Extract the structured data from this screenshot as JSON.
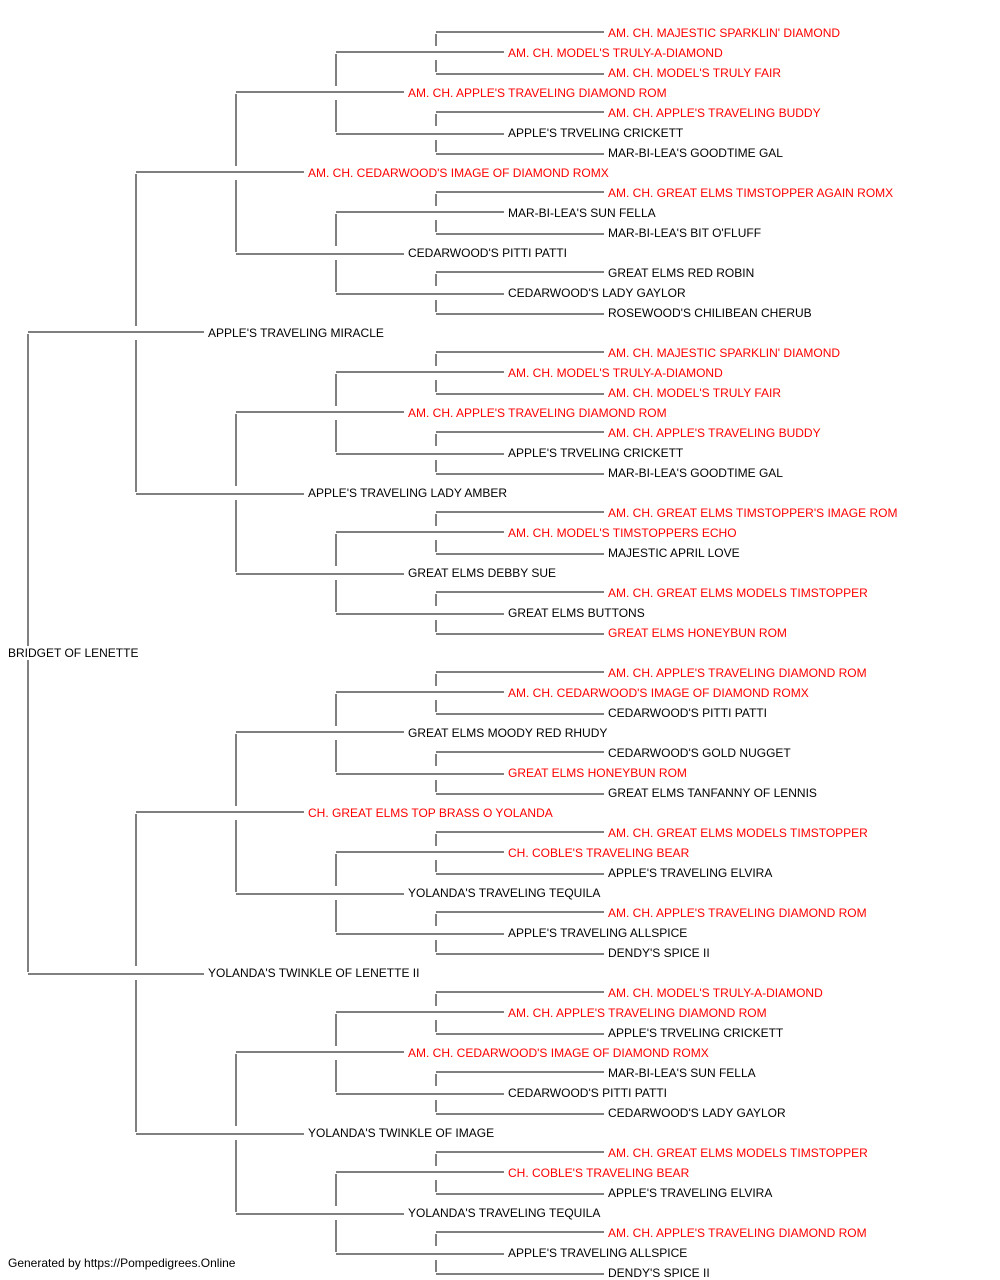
{
  "colors": {
    "champion": "#ff0000",
    "normal": "#000000",
    "line": "#000000"
  },
  "pedigree": [
    {
      "name": "BRIDGET OF LENETTE",
      "champion": false
    },
    {
      "name": "APPLE'S TRAVELING MIRACLE",
      "champion": false
    },
    {
      "name": "YOLANDA'S TWINKLE OF LENETTE II",
      "champion": false
    },
    {
      "name": "AM. CH. CEDARWOOD'S IMAGE OF DIAMOND ROMX",
      "champion": true
    },
    {
      "name": "APPLE'S TRAVELING LADY AMBER",
      "champion": false
    },
    {
      "name": "CH. GREAT ELMS TOP BRASS O YOLANDA",
      "champion": true
    },
    {
      "name": "YOLANDA'S TWINKLE OF IMAGE",
      "champion": false
    },
    {
      "name": "AM. CH. APPLE'S TRAVELING DIAMOND ROM",
      "champion": true
    },
    {
      "name": "CEDARWOOD'S PITTI PATTI",
      "champion": false
    },
    {
      "name": "AM. CH. APPLE'S TRAVELING DIAMOND ROM",
      "champion": true
    },
    {
      "name": "GREAT ELMS DEBBY SUE",
      "champion": false
    },
    {
      "name": "GREAT ELMS MOODY RED RHUDY",
      "champion": false
    },
    {
      "name": "YOLANDA'S TRAVELING TEQUILA",
      "champion": false
    },
    {
      "name": "AM. CH. CEDARWOOD'S IMAGE OF DIAMOND ROMX",
      "champion": true
    },
    {
      "name": "YOLANDA'S TRAVELING TEQUILA",
      "champion": false
    },
    {
      "name": "AM. CH. MODEL'S TRULY-A-DIAMOND",
      "champion": true
    },
    {
      "name": "APPLE'S TRVELING CRICKETT",
      "champion": false
    },
    {
      "name": "MAR-BI-LEA'S SUN FELLA",
      "champion": false
    },
    {
      "name": "CEDARWOOD'S LADY GAYLOR",
      "champion": false
    },
    {
      "name": "AM. CH. MODEL'S TRULY-A-DIAMOND",
      "champion": true
    },
    {
      "name": "APPLE'S TRVELING CRICKETT",
      "champion": false
    },
    {
      "name": "AM. CH. MODEL'S TIMSTOPPERS ECHO",
      "champion": true
    },
    {
      "name": "GREAT ELMS BUTTONS",
      "champion": false
    },
    {
      "name": "AM. CH. CEDARWOOD'S IMAGE OF DIAMOND ROMX",
      "champion": true
    },
    {
      "name": "GREAT ELMS HONEYBUN ROM",
      "champion": true
    },
    {
      "name": "CH. COBLE'S TRAVELING BEAR",
      "champion": true
    },
    {
      "name": "APPLE'S TRAVELING ALLSPICE",
      "champion": false
    },
    {
      "name": "AM. CH. APPLE'S TRAVELING DIAMOND ROM",
      "champion": true
    },
    {
      "name": "CEDARWOOD'S PITTI PATTI",
      "champion": false
    },
    {
      "name": "CH. COBLE'S TRAVELING BEAR",
      "champion": true
    },
    {
      "name": "APPLE'S TRAVELING ALLSPICE",
      "champion": false
    },
    {
      "name": "AM. CH. MAJESTIC SPARKLIN' DIAMOND",
      "champion": true
    },
    {
      "name": "AM. CH. MODEL'S TRULY FAIR",
      "champion": true
    },
    {
      "name": "AM. CH. APPLE'S TRAVELING BUDDY",
      "champion": true
    },
    {
      "name": "MAR-BI-LEA'S GOODTIME GAL",
      "champion": false
    },
    {
      "name": "AM. CH. GREAT ELMS TIMSTOPPER AGAIN ROMX",
      "champion": true
    },
    {
      "name": "MAR-BI-LEA'S BIT O'FLUFF",
      "champion": false
    },
    {
      "name": "GREAT ELMS RED ROBIN",
      "champion": false
    },
    {
      "name": "ROSEWOOD'S CHILIBEAN CHERUB",
      "champion": false
    },
    {
      "name": "AM. CH. MAJESTIC SPARKLIN' DIAMOND",
      "champion": true
    },
    {
      "name": "AM. CH. MODEL'S TRULY FAIR",
      "champion": true
    },
    {
      "name": "AM. CH. APPLE'S TRAVELING BUDDY",
      "champion": true
    },
    {
      "name": "MAR-BI-LEA'S GOODTIME GAL",
      "champion": false
    },
    {
      "name": "AM. CH. GREAT ELMS TIMSTOPPER'S IMAGE ROM",
      "champion": true
    },
    {
      "name": "MAJESTIC APRIL LOVE",
      "champion": false
    },
    {
      "name": "AM. CH. GREAT ELMS MODELS TIMSTOPPER",
      "champion": true
    },
    {
      "name": "GREAT ELMS HONEYBUN ROM",
      "champion": true
    },
    {
      "name": "AM. CH. APPLE'S TRAVELING DIAMOND ROM",
      "champion": true
    },
    {
      "name": "CEDARWOOD'S PITTI PATTI",
      "champion": false
    },
    {
      "name": "CEDARWOOD'S GOLD NUGGET",
      "champion": false
    },
    {
      "name": "GREAT ELMS TANFANNY OF LENNIS",
      "champion": false
    },
    {
      "name": "AM. CH. GREAT ELMS MODELS TIMSTOPPER",
      "champion": true
    },
    {
      "name": "APPLE'S TRAVELING ELVIRA",
      "champion": false
    },
    {
      "name": "AM. CH. APPLE'S TRAVELING DIAMOND ROM",
      "champion": true
    },
    {
      "name": "DENDY'S SPICE II",
      "champion": false
    },
    {
      "name": "AM. CH. MODEL'S TRULY-A-DIAMOND",
      "champion": true
    },
    {
      "name": "APPLE'S TRVELING CRICKETT",
      "champion": false
    },
    {
      "name": "MAR-BI-LEA'S SUN FELLA",
      "champion": false
    },
    {
      "name": "CEDARWOOD'S LADY GAYLOR",
      "champion": false
    },
    {
      "name": "AM. CH. GREAT ELMS MODELS TIMSTOPPER",
      "champion": true
    },
    {
      "name": "APPLE'S TRAVELING ELVIRA",
      "champion": false
    },
    {
      "name": "AM. CH. APPLE'S TRAVELING DIAMOND ROM",
      "champion": true
    },
    {
      "name": "DENDY'S SPICE II",
      "champion": false
    }
  ],
  "footer": "Generated by https://Pompedigrees.Online"
}
